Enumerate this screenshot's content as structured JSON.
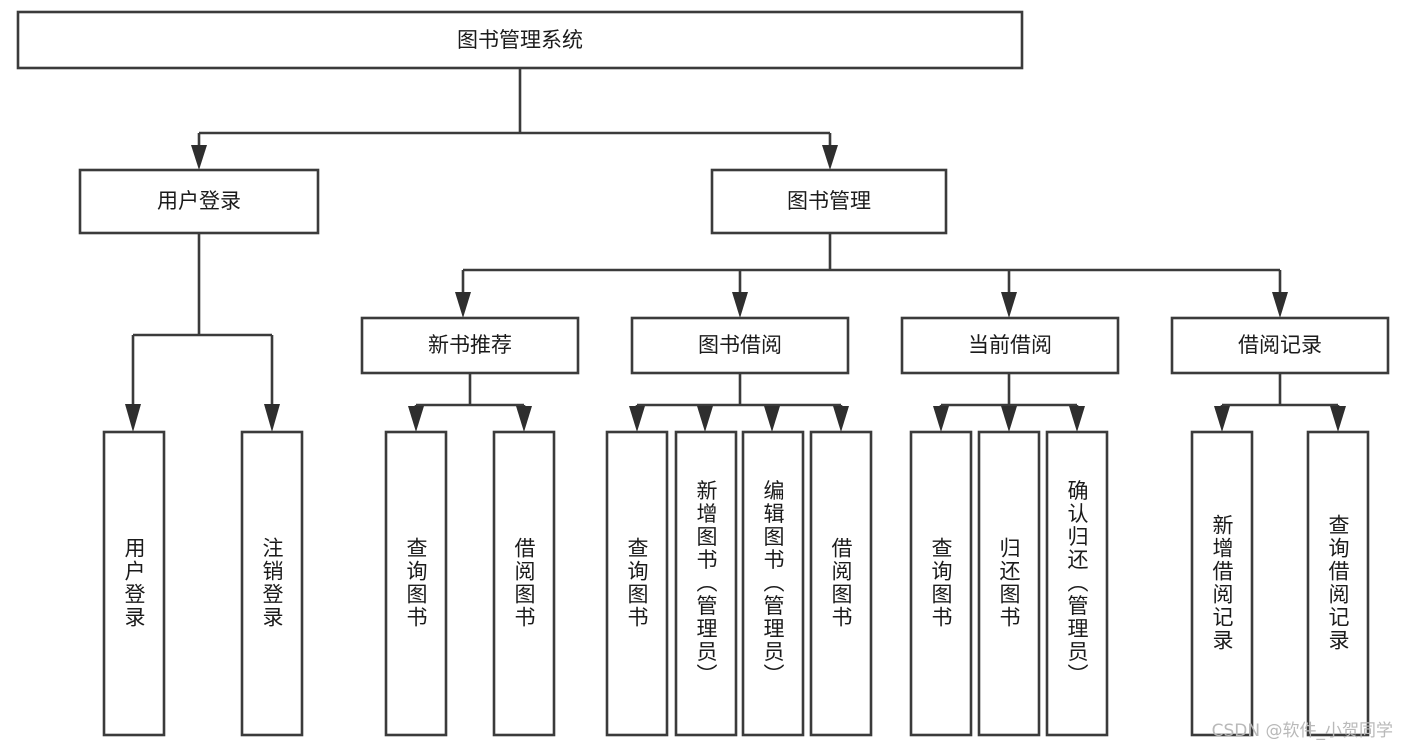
{
  "diagram": {
    "title": "图书管理系统",
    "type": "tree-hierarchy",
    "root": {
      "label": "图书管理系统"
    },
    "level2": [
      {
        "label": "用户登录"
      },
      {
        "label": "图书管理"
      }
    ],
    "level3": [
      {
        "label": "新书推荐"
      },
      {
        "label": "图书借阅"
      },
      {
        "label": "当前借阅"
      },
      {
        "label": "借阅记录"
      }
    ],
    "leaves": {
      "user_login": [
        {
          "label": "用户登录"
        },
        {
          "label": "注销登录"
        }
      ],
      "new_book_recommend": [
        {
          "label": "查询图书"
        },
        {
          "label": "借阅图书"
        }
      ],
      "book_borrow": [
        {
          "label": "查询图书"
        },
        {
          "label": "新增图书（管理员）"
        },
        {
          "label": "编辑图书（管理员）"
        },
        {
          "label": "借阅图书"
        }
      ],
      "current_borrow": [
        {
          "label": "查询图书"
        },
        {
          "label": "归还图书"
        },
        {
          "label": "确认归还（管理员）"
        }
      ],
      "borrow_record": [
        {
          "label": "新增借阅记录"
        },
        {
          "label": "查询借阅记录"
        }
      ]
    }
  },
  "watermark": {
    "text": "CSDN @软件_小贺同学"
  },
  "colors": {
    "stroke": "#3b3b3b",
    "text": "#1b1b1b",
    "background": "#ffffff",
    "watermark": "#b9b9b9"
  }
}
